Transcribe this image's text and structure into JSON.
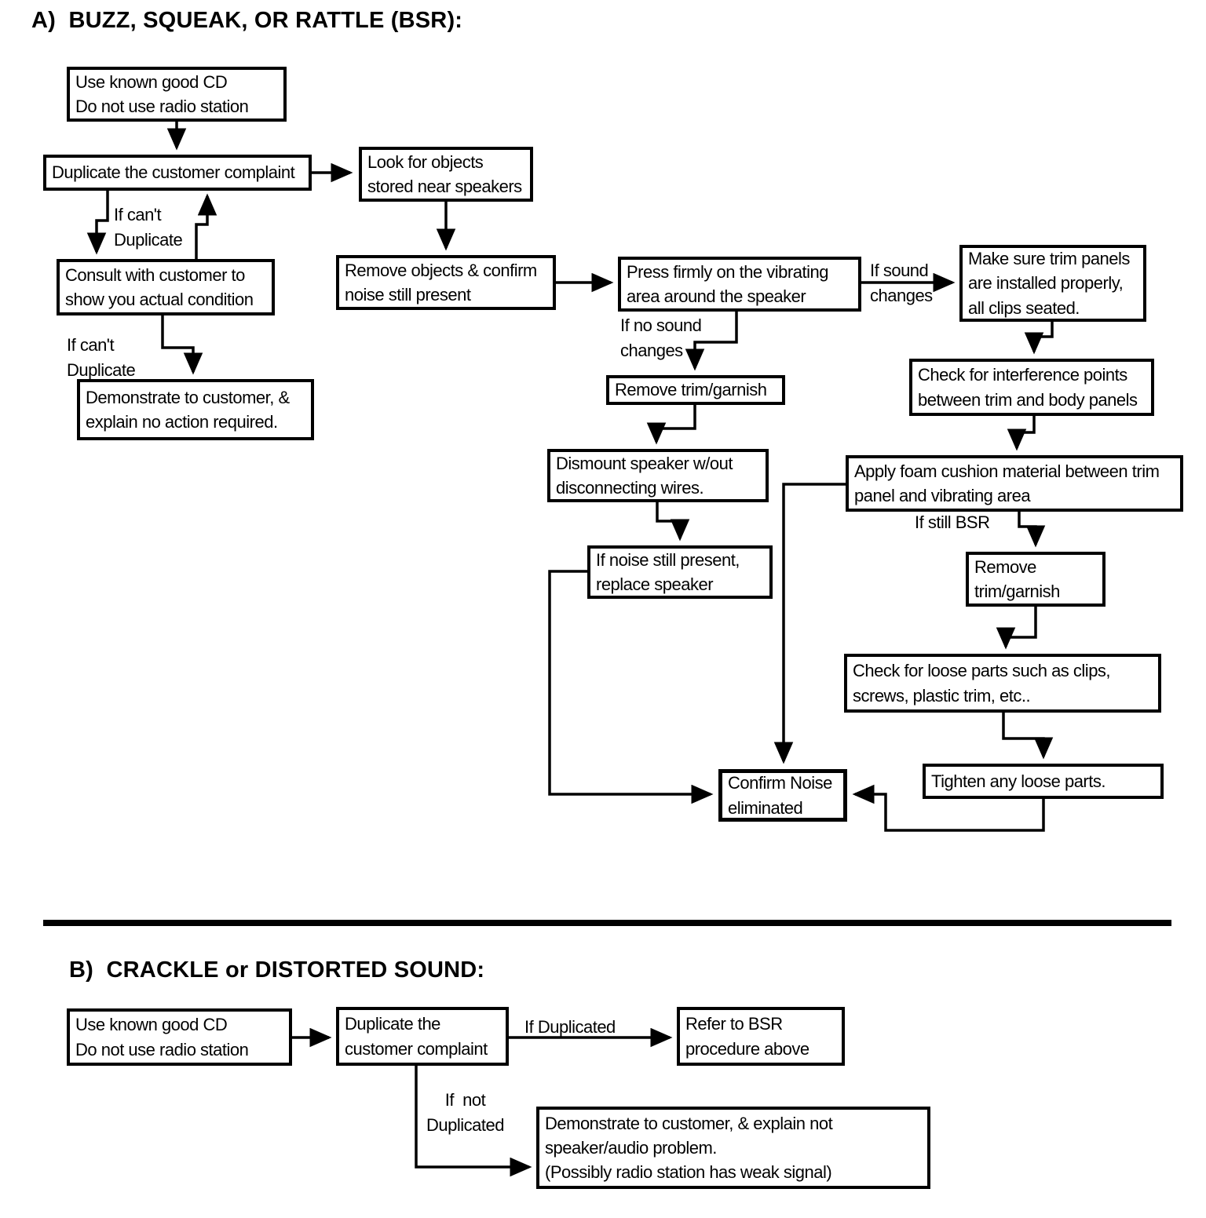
{
  "page": {
    "background_color": "#ffffff",
    "ink_color": "#000000",
    "type": "flowchart"
  },
  "a": {
    "title": "A)  BUZZ, SQUEAK, OR RATTLE (BSR):",
    "nodes": {
      "use_cd": "Use known good CD\nDo not use radio station",
      "duplicate": "Duplicate the customer complaint",
      "look_objects": "Look for objects\nstored near speakers",
      "consult": "Consult with customer to\nshow you actual condition",
      "demonstrate": "Demonstrate to customer, &\nexplain no action required.",
      "remove_objects": "Remove objects & confirm\nnoise still present",
      "press_firmly": "Press firmly on the vibrating\narea around the speaker",
      "remove_trim_1": "Remove trim/garnish",
      "dismount": "Dismount speaker w/out\ndisconnecting wires.",
      "replace_speaker": "If noise still present,\nreplace speaker",
      "trim_panels": "Make sure trim panels\nare installed properly,\nall clips seated.",
      "interference": "Check for interference points\nbetween trim and body panels",
      "foam": "Apply foam cushion material between trim\npanel and vibrating area",
      "remove_trim_2": "Remove\ntrim/garnish",
      "loose_parts": "Check for loose parts such as clips,\nscrews, plastic trim, etc..",
      "tighten": "Tighten any loose parts.",
      "confirm": "Confirm Noise\neliminated"
    },
    "labels": {
      "cant_duplicate_1": "If can't\nDuplicate",
      "cant_duplicate_2": "If can't\nDuplicate",
      "no_sound_changes": "If no sound\nchanges",
      "sound_changes": "If sound\nchanges",
      "still_bsr": "If still BSR"
    }
  },
  "b": {
    "title": "B)  CRACKLE or DISTORTED SOUND:",
    "nodes": {
      "use_cd": "Use known good CD\nDo not use radio station",
      "duplicate": "Duplicate the\ncustomer complaint",
      "refer_bsr": "Refer to BSR\nprocedure above",
      "demonstrate": "Demonstrate to customer, & explain not\nspeaker/audio problem.\n(Possibly radio station has weak signal)"
    },
    "labels": {
      "if_duplicated": "If Duplicated",
      "if_not_duplicated": "If  not\nDuplicated"
    }
  }
}
